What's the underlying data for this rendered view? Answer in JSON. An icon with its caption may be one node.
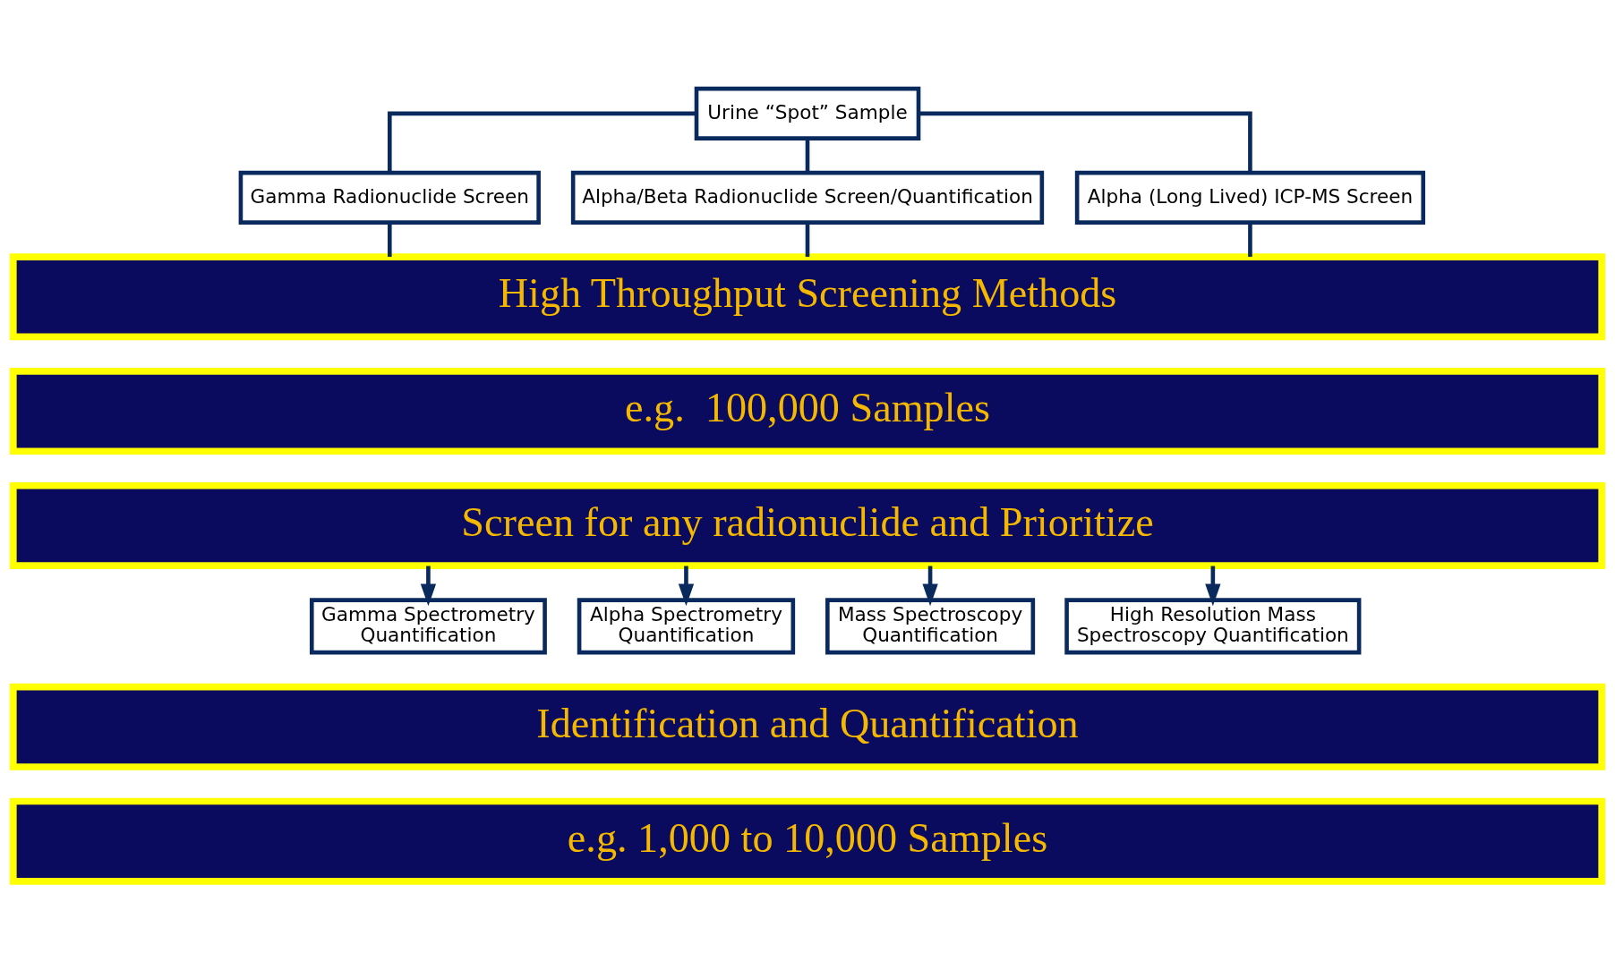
{
  "diagram": {
    "nodes": [
      {
        "text": [
          "Urine “Spot” Sample"
        ]
      },
      {
        "text": [
          "Gamma Radionuclide Screen"
        ]
      },
      {
        "text": [
          "Alpha/Beta Radionuclide Screen/Quantification"
        ]
      },
      {
        "text": [
          "Alpha (Long Lived) ICP-MS Screen"
        ]
      },
      {
        "text": [
          "High Throughput Screening Methods"
        ]
      },
      {
        "text": [
          "e.g.  100,000 Samples"
        ]
      },
      {
        "text": [
          "Screen for any radionuclide and Prioritize"
        ]
      },
      {
        "text": [
          "Gamma Spectrometry Quantification"
        ]
      },
      {
        "text": [
          "Alpha Spectrometry Quantification"
        ]
      },
      {
        "text": [
          "Mass Spectroscopy Quantification"
        ]
      },
      {
        "text": [
          "High Resolution Mass Spectroscopy Quantification"
        ]
      },
      {
        "text": [
          "Identification and Quantification"
        ]
      },
      {
        "text": [
          "e.g. 1,000 to 10,000 Samples"
        ]
      }
    ],
    "edges": [
      {
        "from": 0,
        "to": 1,
        "arrow": "none"
      },
      {
        "from": 0,
        "to": 2,
        "arrow": "none"
      },
      {
        "from": 0,
        "to": 3,
        "arrow": "none"
      },
      {
        "from": 1,
        "to": 4,
        "arrow": "none"
      },
      {
        "from": 2,
        "to": 4,
        "arrow": "none"
      },
      {
        "from": 3,
        "to": 4,
        "arrow": "none"
      },
      {
        "from": 6,
        "to": 7,
        "arrow": "to"
      },
      {
        "from": 6,
        "to": 8,
        "arrow": "to"
      },
      {
        "from": 6,
        "to": 9,
        "arrow": "to"
      },
      {
        "from": 6,
        "to": 10,
        "arrow": "to"
      }
    ]
  }
}
